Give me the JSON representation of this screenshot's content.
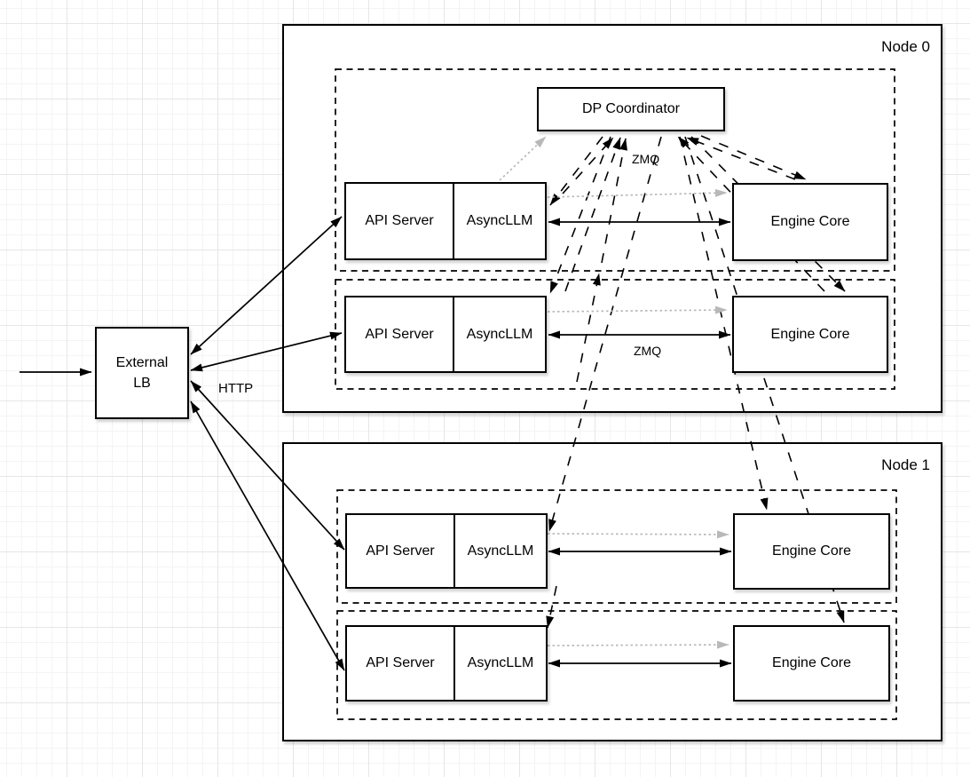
{
  "diagram": {
    "external_lb": {
      "line1": "External",
      "line2": "LB"
    },
    "dp_coordinator_label": "DP Coordinator",
    "labels": {
      "http": "HTTP",
      "zmq_top": "ZMQ",
      "zmq_mid": "ZMQ"
    },
    "nodes": [
      {
        "label": "Node 0",
        "rows": [
          {
            "api": "API Server",
            "llm": "AsyncLLM",
            "engine": "Engine Core"
          },
          {
            "api": "API Server",
            "llm": "AsyncLLM",
            "engine": "Engine Core"
          }
        ]
      },
      {
        "label": "Node 1",
        "rows": [
          {
            "api": "API Server",
            "llm": "AsyncLLM",
            "engine": "Engine Core"
          },
          {
            "api": "API Server",
            "llm": "AsyncLLM",
            "engine": "Engine Core"
          }
        ]
      }
    ],
    "colors": {
      "stroke": "#000000",
      "muted_arrow": "#b8b8b8",
      "background": "#ffffff"
    }
  }
}
